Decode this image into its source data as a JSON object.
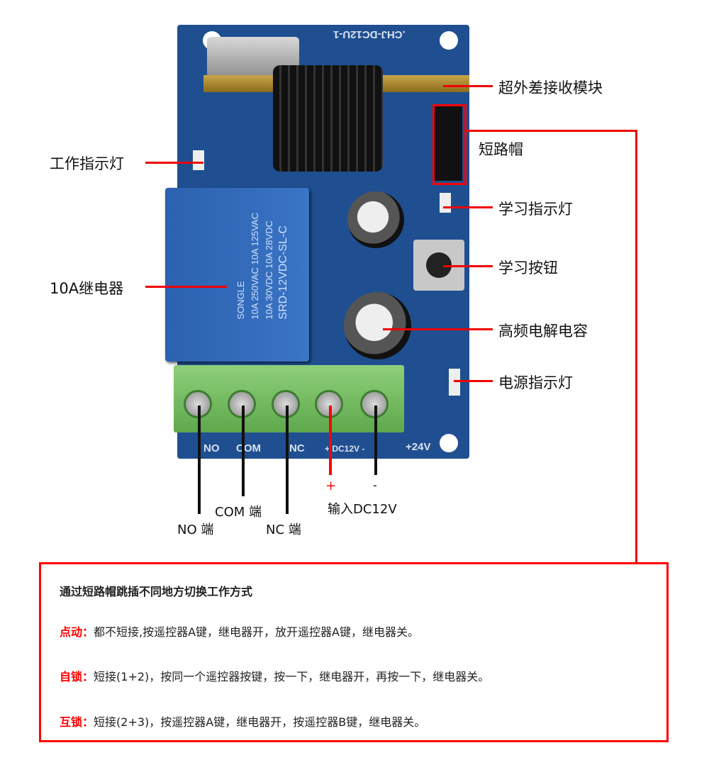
{
  "pcb": {
    "silkscreen_top": ".CHJ-DC12U-1",
    "relay_brand": "SONGLE",
    "relay_model": "SRD-12VDC-SL-C",
    "relay_ratings": [
      "10A 250VAC 10A 125VAC",
      "10A 30VDC 10A 28VDC"
    ],
    "terminal_labels": [
      "NO",
      "COM",
      "NC",
      "+ DC12V -",
      "+24V"
    ]
  },
  "callouts": {
    "receiver_module": "超外差接收模块",
    "jumper_cap": "短路帽",
    "learn_led": "学习指示灯",
    "learn_button": "学习按钮",
    "hf_capacitor": "高频电解电容",
    "power_led": "电源指示灯",
    "work_led": "工作指示灯",
    "relay": "10A继电器"
  },
  "terminals": {
    "no": "NO 端",
    "com": "COM 端",
    "nc": "NC 端",
    "plus": "+",
    "minus": "-",
    "input": "输入DC12V"
  },
  "modes": {
    "title": "通过短路帽跳插不同地方切换工作方式",
    "items": [
      {
        "name": "点动：",
        "desc": "都不短接,按遥控器A键，继电器开，放开遥控器A键，继电器关。"
      },
      {
        "name": "自锁：",
        "desc": "短接(1+2)，按同一个遥控器按键，按一下，继电器开，再按一下，继电器关。"
      },
      {
        "name": "互锁：",
        "desc": "短接(2+3)，按遥控器A键，继电器开，按遥控器B键，继电器关。"
      }
    ]
  },
  "colors": {
    "accent": "#ff0000",
    "pcb": "#1f4f91",
    "terminal": "#6fb85a"
  }
}
